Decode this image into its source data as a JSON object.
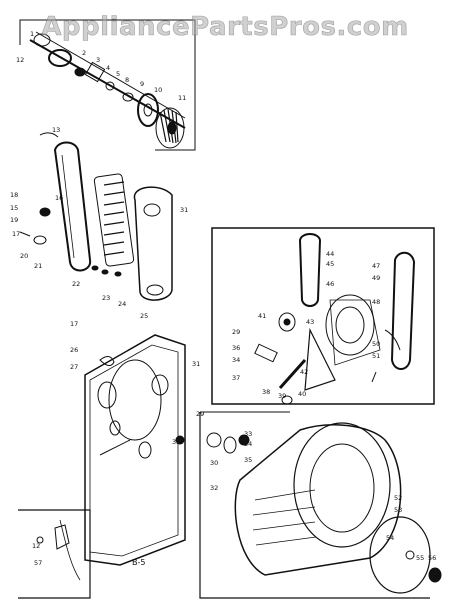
{
  "watermark": "AppliancePartsPros.com",
  "page_label": "B-5",
  "colors": {
    "ink": "#111111",
    "background": "#ffffff",
    "watermark": "#aaaaaa"
  },
  "callouts": {
    "p1": "1",
    "p2": "2",
    "p3": "3",
    "p4": "4",
    "p5": "5",
    "p8": "8",
    "p9": "9",
    "p10": "10",
    "p11": "11",
    "p12": "12",
    "p13": "13",
    "p15": "15",
    "p16": "16",
    "p17": "17",
    "p18": "18",
    "p19": "19",
    "p20": "20",
    "p21": "21",
    "p22": "22",
    "p23": "23",
    "p24": "24",
    "p25": "25",
    "p26": "26",
    "p27": "27",
    "p29": "29",
    "p30": "30",
    "p31": "31",
    "p32": "32",
    "p33": "33",
    "p34": "34",
    "p35": "35",
    "p36": "36",
    "p37": "37",
    "p38": "38",
    "p39": "39",
    "p40": "40",
    "p41": "41",
    "p42": "42",
    "p43": "43",
    "p44": "44",
    "p45": "45",
    "p46": "46",
    "p47": "47",
    "p48": "48",
    "p49": "49",
    "p50": "50",
    "p51": "51",
    "p52": "52",
    "p53": "53",
    "p54": "54",
    "p55": "55",
    "p56": "56",
    "p57": "57"
  }
}
